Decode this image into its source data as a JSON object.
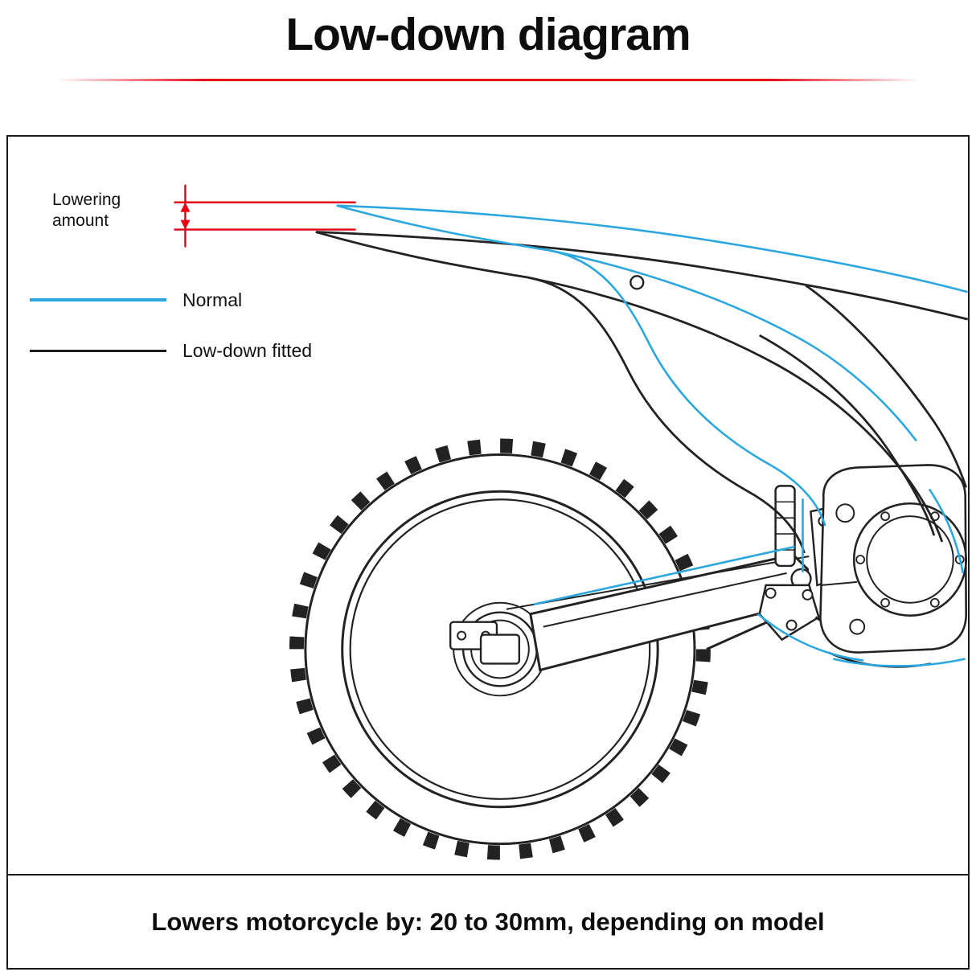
{
  "title": "Low-down diagram",
  "annotation": {
    "lowering_label": "Lowering amount"
  },
  "legend": {
    "normal_label": "Normal",
    "lowdown_label": "Low-down fitted"
  },
  "caption": "Lowers motorcycle by: 20 to 30mm, depending on model",
  "colors": {
    "accent_red": "#e60012",
    "normal_blue": "#2ba7df",
    "lowdown_black": "#1a1a1a"
  }
}
